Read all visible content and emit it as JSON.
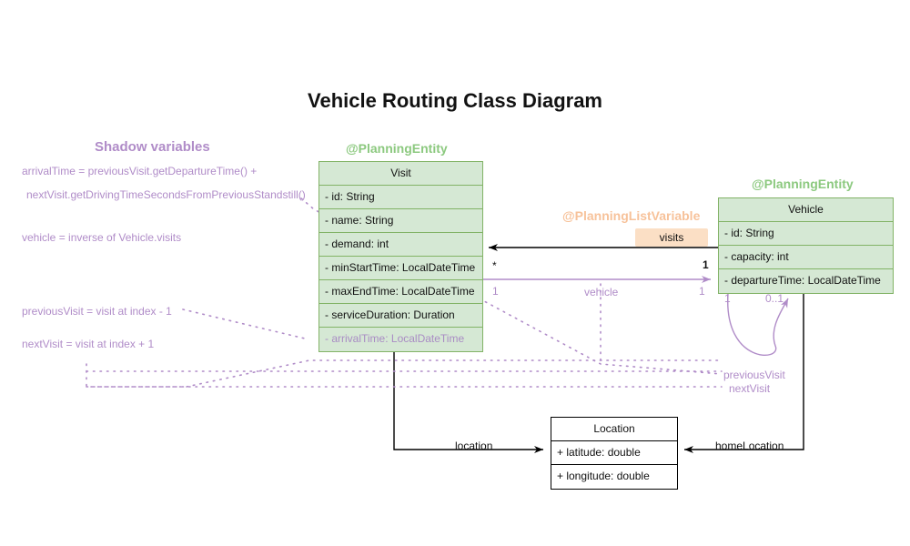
{
  "title": "Vehicle Routing Class Diagram",
  "colors": {
    "entity_fill": "#d5e8d4",
    "entity_border": "#82b366",
    "shadow_purple": "#b08cc8",
    "planning_green": "#8cc97f",
    "list_variable_orange": "#f7c29a",
    "badge_fill": "#fbdfc5",
    "plain_border": "#000000"
  },
  "panels": {
    "shadow_variables": {
      "heading": "Shadow variables",
      "notes": [
        "arrivalTime = previousVisit.getDepartureTime() +",
        "nextVisit.getDrivingTimeSecondsFromPreviousStandstill()",
        "vehicle = inverse of Vehicle.visits",
        "previousVisit = visit at index - 1",
        "nextVisit = visit at index + 1"
      ]
    }
  },
  "stereotypes": {
    "visit": "@PlanningEntity",
    "vehicle": "@PlanningEntity",
    "list_variable": "@PlanningListVariable"
  },
  "classes": {
    "visit": {
      "name": "Visit",
      "attributes": [
        {
          "text": "- id: String",
          "shadow": false
        },
        {
          "text": "- name: String",
          "shadow": false
        },
        {
          "text": "- demand: int",
          "shadow": false
        },
        {
          "text": "- minStartTime: LocalDateTime",
          "shadow": false
        },
        {
          "text": "- maxEndTime: LocalDateTime",
          "shadow": false
        },
        {
          "text": "- serviceDuration: Duration",
          "shadow": false
        },
        {
          "text": "- arrivalTime: LocalDateTime",
          "shadow": true
        }
      ]
    },
    "vehicle": {
      "name": "Vehicle",
      "attributes": [
        {
          "text": "- id: String",
          "shadow": false
        },
        {
          "text": "- capacity: int",
          "shadow": false
        },
        {
          "text": "- departureTime: LocalDateTime",
          "shadow": false
        }
      ]
    },
    "location": {
      "name": "Location",
      "attributes": [
        {
          "text": "+ latitude: double",
          "shadow": false
        },
        {
          "text": "+ longitude: double",
          "shadow": false
        }
      ]
    }
  },
  "edges": {
    "visits": {
      "label": "visits",
      "source_mult": "1",
      "target_mult": "*"
    },
    "vehicle": {
      "label": "vehicle",
      "source_mult": "1",
      "target_mult": "1"
    },
    "self_loop": {
      "source_mult": "1",
      "target_mult": "0..1"
    },
    "previous_visit": {
      "label": "previousVisit"
    },
    "next_visit": {
      "label": "nextVisit"
    },
    "location": {
      "label": "location"
    },
    "home_location": {
      "label": "homeLocation"
    }
  }
}
